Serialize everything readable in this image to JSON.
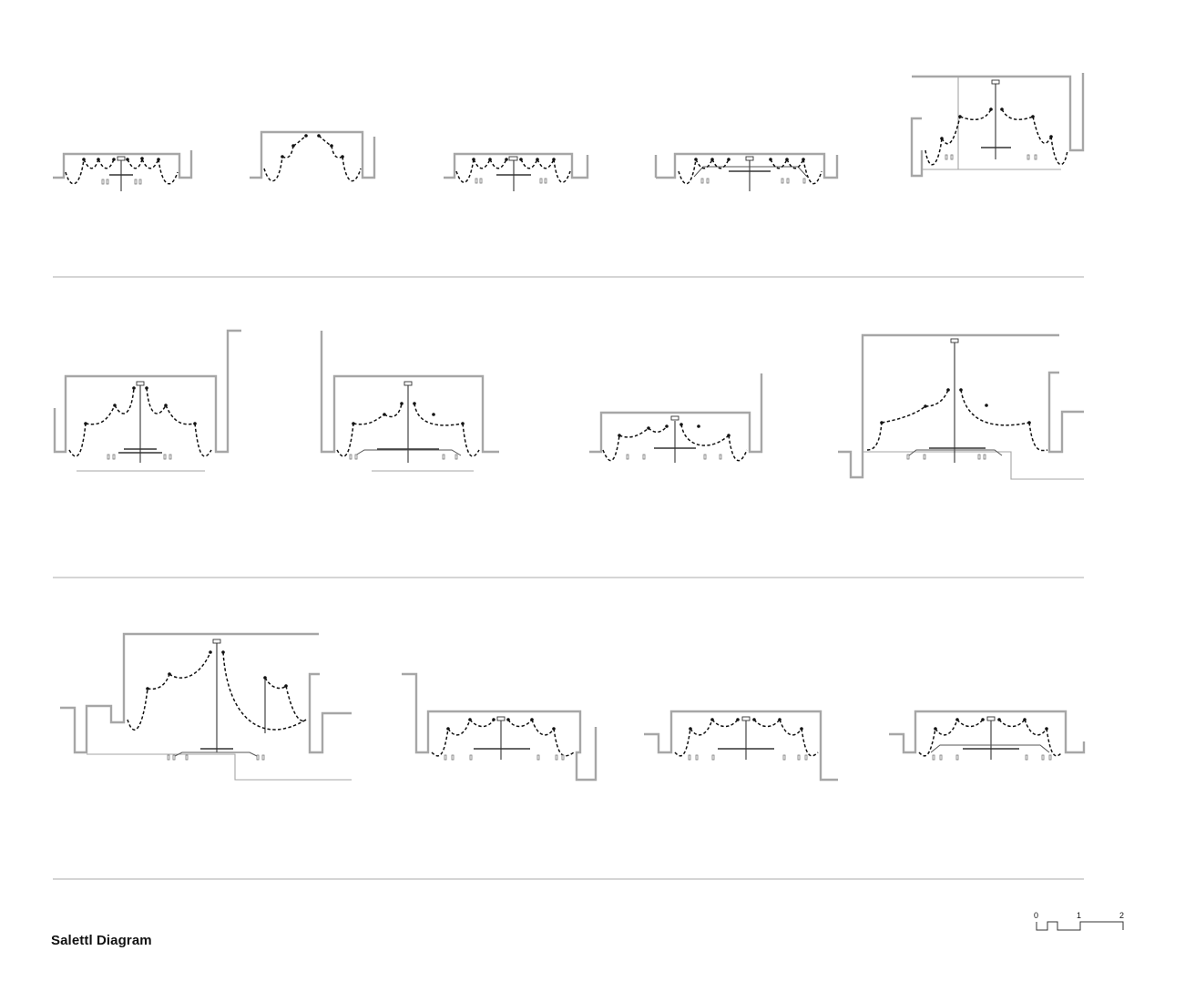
{
  "title": "Salettl Diagram",
  "scale_bar": {
    "labels": [
      "0",
      "1",
      "2"
    ]
  },
  "rows": [
    {
      "panels": [
        "section-1",
        "section-2",
        "section-3",
        "section-4",
        "section-5"
      ]
    },
    {
      "panels": [
        "section-6",
        "section-7",
        "section-8",
        "section-9"
      ]
    },
    {
      "panels": [
        "section-10",
        "section-11",
        "section-12",
        "section-13"
      ]
    }
  ]
}
